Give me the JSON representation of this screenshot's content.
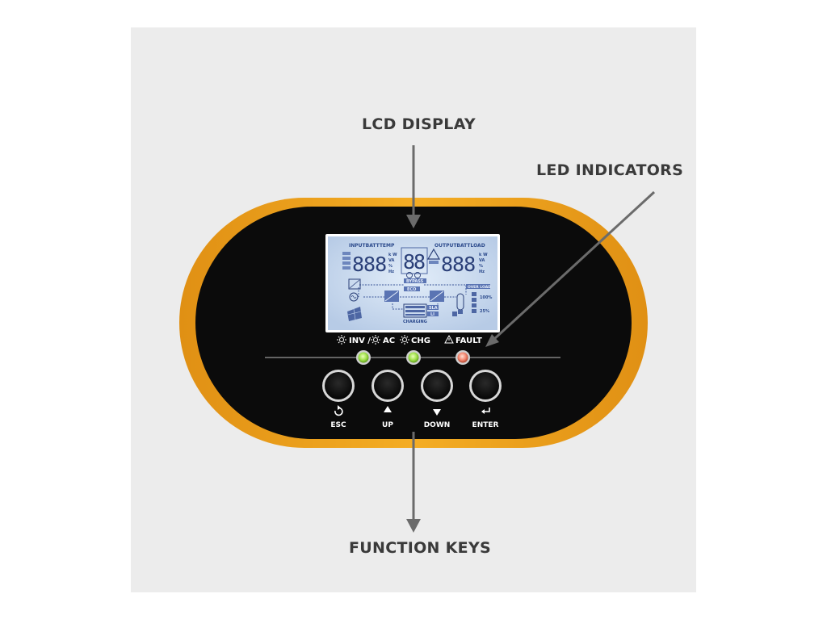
{
  "callouts": {
    "lcd_display": "LCD DISPLAY",
    "led_indicators": "LED INDICATORS",
    "function_keys": "FUNCTION KEYS"
  },
  "lcd": {
    "left_header": "INPUTBATTTEMP",
    "right_header": "OUTPUTBATTLOAD",
    "left_digits": "888",
    "center_digits": "88",
    "right_digits": "888",
    "unit_stack_left": [
      "k W",
      "VA",
      "%",
      "Hz"
    ],
    "unit_stack_right": [
      "k W",
      "VA",
      "%",
      "Hz"
    ],
    "bypass": "BYPASS",
    "eco": "ECO",
    "over_load": "OVER LOAD",
    "charging": "CHARGING",
    "sla": "SLA",
    "li": "LI",
    "pct_100": "100%",
    "pct_25": "25%"
  },
  "leds": {
    "inv": "INV /",
    "ac": "AC",
    "chg": "CHG",
    "fault": "FAULT"
  },
  "keys": {
    "esc": "ESC",
    "up": "UP",
    "down": "DOWN",
    "enter": "ENTER"
  },
  "colors": {
    "background": "#ececec",
    "bezel": "#f2a51f",
    "panel": "#0b0b0b",
    "lcd_screen": "#c9dcf3",
    "led_green": "#9fe04a",
    "led_fault": "#f3866f",
    "text": "#3a3a3a"
  }
}
